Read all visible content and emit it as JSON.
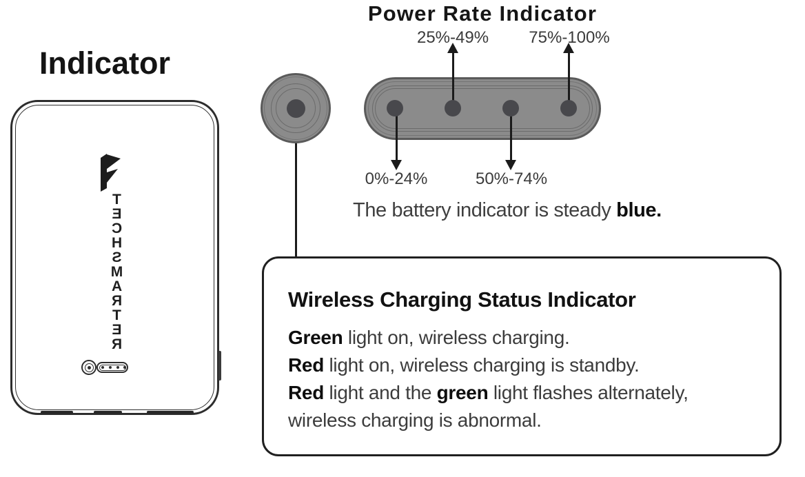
{
  "left_panel": {
    "title": "Indicator",
    "brand_text": "TECHSMARTER"
  },
  "power_rate": {
    "title": "Power Rate Indicator",
    "label_0_24": "0%-24%",
    "label_25_49": "25%-49%",
    "label_50_74": "50%-74%",
    "label_75_100": "75%-100%"
  },
  "battery_note": {
    "prefix": "The battery indicator is steady ",
    "bold": "blue."
  },
  "wireless_box": {
    "title": "Wireless Charging Status Indicator",
    "line1_bold": "Green",
    "line1_rest": " light on, wireless charging.",
    "line2_bold": "Red",
    "line2_rest": " light on, wireless charging is standby.",
    "line3_bold1": "Red",
    "line3_mid": " light and the ",
    "line3_bold2": "green",
    "line3_rest": " light flashes alternately,",
    "line4": "wireless charging is abnormal."
  },
  "colors": {
    "ink": "#1a1a1a",
    "body_text": "#3c3c3c",
    "led_body_gray": "#8b8b8b",
    "led_border_gray": "#5a5a5a",
    "led_dot_gray": "#48484c",
    "background": "#ffffff"
  }
}
